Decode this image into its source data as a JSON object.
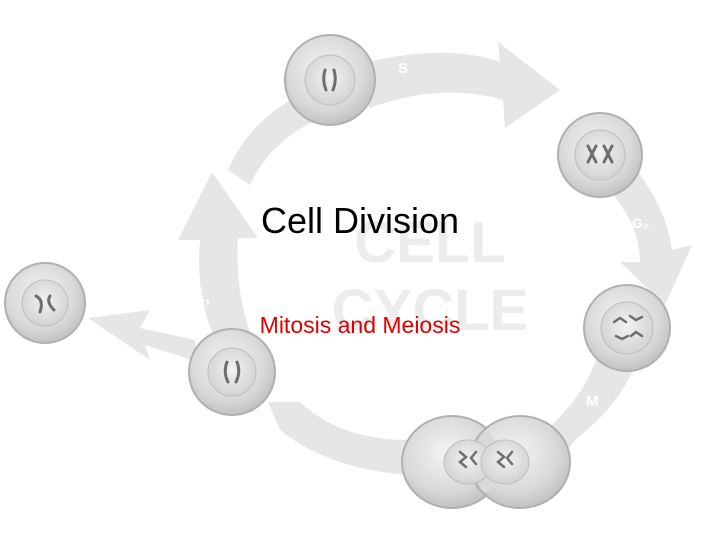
{
  "slide": {
    "title": "Cell Division",
    "subtitle": "Mitosis and Meiosis",
    "subtitle_color": "#e00000"
  },
  "diagram": {
    "watermark_line1": "CELL",
    "watermark_line2": "CYCLE",
    "phases": {
      "s": "S",
      "g2": "G₂",
      "m": "M",
      "g1": "G₁"
    },
    "colors": {
      "arrow": "#e6e6e6",
      "cell_fill": "#d6d6d6",
      "cell_edge": "#a8a8a8",
      "nucleus": "#ebebeb",
      "chromosome": "#6e6e6e"
    }
  }
}
